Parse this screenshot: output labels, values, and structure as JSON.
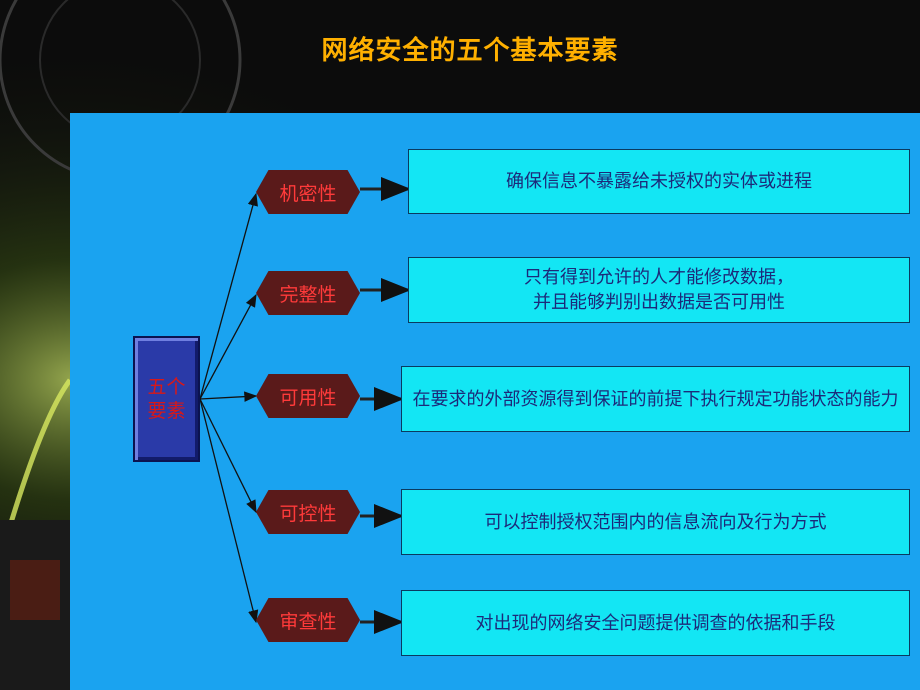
{
  "slide": {
    "title": "网络安全的五个基本要素",
    "root_label": "五个要素"
  },
  "elements": [
    {
      "name": "机密性",
      "description": "确保信息不暴露给未授权的实体或进程"
    },
    {
      "name": "完整性",
      "description": "只有得到允许的人才能修改数据，\n并且能够判别出数据是否可用性"
    },
    {
      "name": "可用性",
      "description": "在要求的外部资源得到保证的前提下执行规定功能状态的能力"
    },
    {
      "name": "可控性",
      "description": "可以控制授权范围内的信息流向及行为方式"
    },
    {
      "name": "审查性",
      "description": "对出现的网络安全问题提供调查的依据和手段"
    }
  ],
  "colors": {
    "title": "#ffb000",
    "panel": "#1aa3f0",
    "root_box": "#2a3aa8",
    "node": "#5a1a1a",
    "node_text": "#ff3a3a",
    "desc_box": "#13e6f4",
    "desc_text": "#1c2a7a"
  },
  "icons": [
    "arrow-icon"
  ]
}
